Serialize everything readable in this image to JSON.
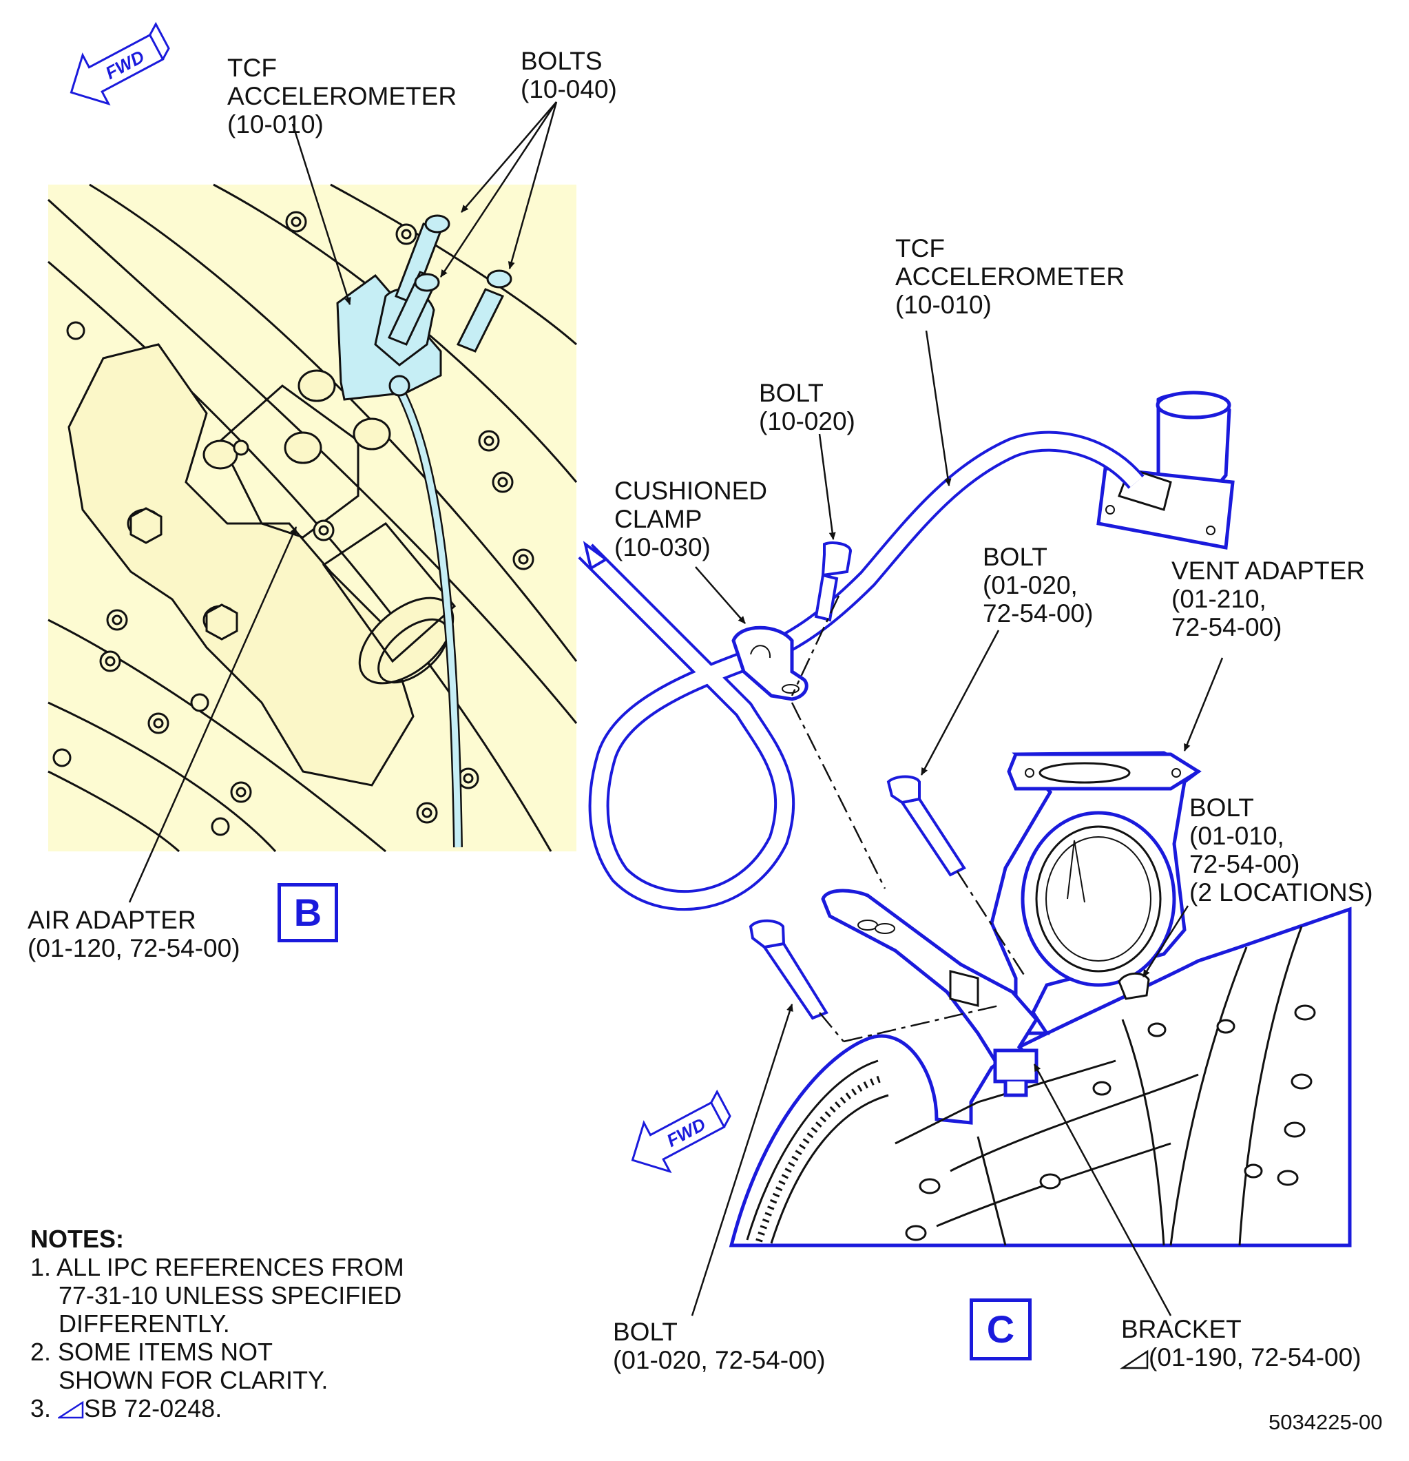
{
  "detail_b": {
    "view_label": "B",
    "fwd_label": "FWD",
    "callouts": {
      "tcf_accelerometer": [
        "TCF",
        "ACCELEROMETER",
        "(10-010)"
      ],
      "bolts": [
        "BOLTS",
        "(10-040)"
      ],
      "air_adapter": [
        "AIR ADAPTER",
        "(01-120, 72-54-00)"
      ]
    }
  },
  "detail_c": {
    "view_label": "C",
    "fwd_label": "FWD",
    "callouts": {
      "tcf_accelerometer": [
        "TCF",
        "ACCELEROMETER",
        "(10-010)"
      ],
      "bolt_10_020": [
        "BOLT",
        "(10-020)"
      ],
      "cushioned_clamp": [
        "CUSHIONED",
        "CLAMP",
        "(10-030)"
      ],
      "bolt_01_020_upper": [
        "BOLT",
        "(01-020,",
        "72-54-00)"
      ],
      "vent_adapter": [
        "VENT ADAPTER",
        "(01-210,",
        "72-54-00)"
      ],
      "bolt_01_010": [
        "BOLT",
        "(01-010,",
        "72-54-00)",
        "(2 LOCATIONS)"
      ],
      "bolt_01_020_lower": [
        "BOLT",
        "(01-020, 72-54-00)"
      ],
      "bracket": [
        "BRACKET",
        "(01-190, 72-54-00)"
      ]
    }
  },
  "notes": {
    "heading": "NOTES:",
    "items": [
      [
        "1. ALL IPC REFERENCES FROM",
        "77-31-10 UNLESS SPECIFIED",
        "DIFFERENTLY."
      ],
      [
        "2. SOME ITEMS NOT",
        "SHOWN FOR CLARITY."
      ],
      [
        "3.",
        "SB 72-0248."
      ]
    ]
  },
  "document_number": "5034225-00",
  "colors": {
    "highlight_blue": "#1a1adc",
    "part_cyan": "#c6eef5",
    "background_yellow": "#fdfbd2",
    "line_black": "#111111"
  }
}
